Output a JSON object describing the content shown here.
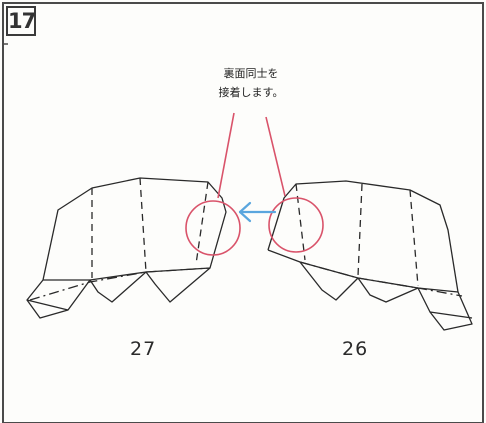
{
  "step": {
    "number": "17"
  },
  "instruction": {
    "line1": "裏面同士を",
    "line2": "接着します。"
  },
  "parts": {
    "left_label": "27",
    "right_label": "26"
  },
  "colors": {
    "outline": "#2a2a2a",
    "glue_marker": "#d9536a",
    "arrow": "#5aa6de"
  },
  "icons": {
    "direction_arrow": "arrow-left-icon"
  }
}
